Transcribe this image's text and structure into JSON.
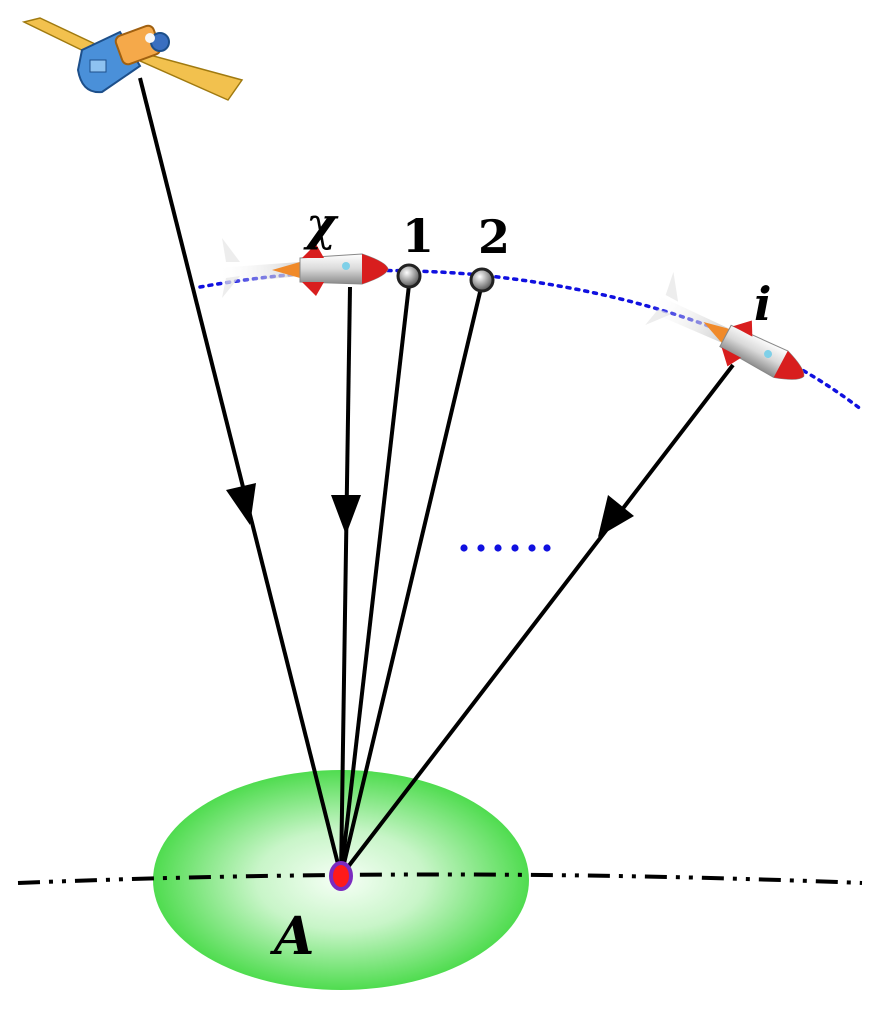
{
  "labels": {
    "chi": "χ",
    "one": "1",
    "two": "2",
    "i": "i",
    "A": "A"
  },
  "colors": {
    "trajectory": "#1010e0",
    "ellipse_center": "#f2fff2",
    "ellipse_edge": "#4fdc4f",
    "target_point": "#ff1a1a",
    "target_ring": "#7b2bbf",
    "ray": "#000000",
    "horizon": "#000000",
    "ellipsis_dots": "#1010e0"
  },
  "icons": {
    "satellite": "satellite-icon",
    "rocket_chi": "rocket-icon",
    "rocket_i": "rocket-icon",
    "node_1": "circle-node-icon",
    "node_2": "circle-node-icon"
  }
}
